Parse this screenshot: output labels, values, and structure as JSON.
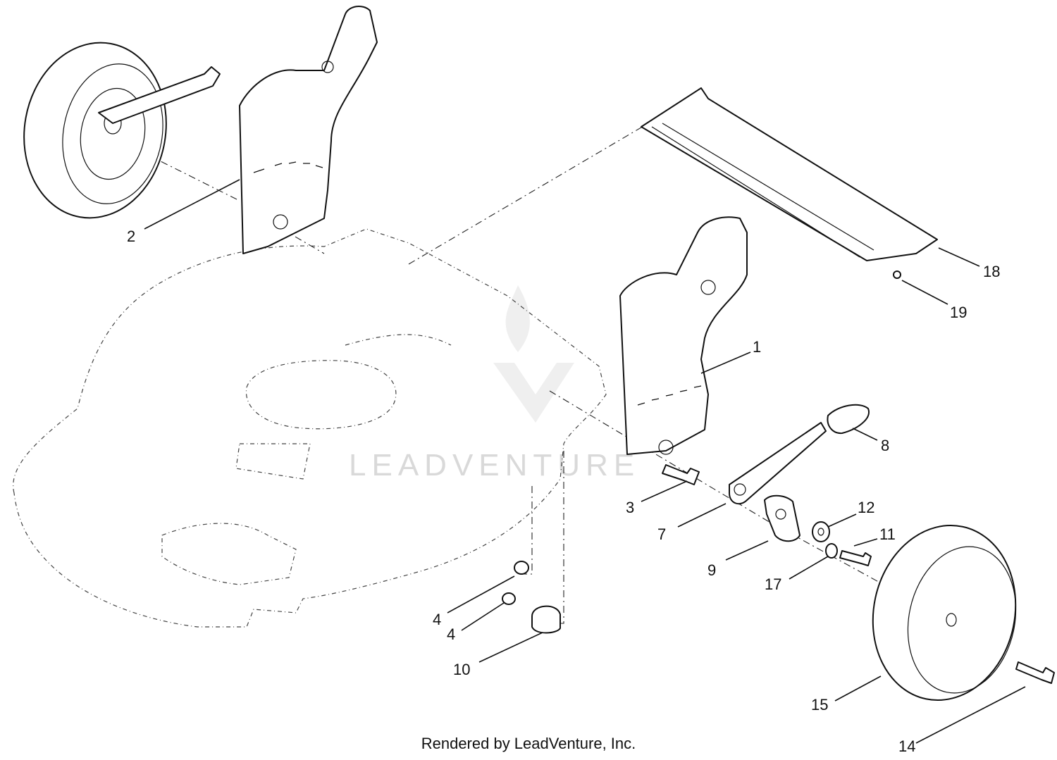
{
  "watermark": {
    "text": "LEADVENTURE"
  },
  "footer": {
    "credit": "Rendered by LeadVenture, Inc."
  },
  "callouts": [
    {
      "id": "2",
      "label": "2"
    },
    {
      "id": "18",
      "label": "18"
    },
    {
      "id": "19",
      "label": "19"
    },
    {
      "id": "1",
      "label": "1"
    },
    {
      "id": "8",
      "label": "8"
    },
    {
      "id": "3",
      "label": "3"
    },
    {
      "id": "12",
      "label": "12"
    },
    {
      "id": "7",
      "label": "7"
    },
    {
      "id": "11",
      "label": "11"
    },
    {
      "id": "9",
      "label": "9"
    },
    {
      "id": "17",
      "label": "17"
    },
    {
      "id": "4a",
      "label": "4"
    },
    {
      "id": "4b",
      "label": "4"
    },
    {
      "id": "10",
      "label": "10"
    },
    {
      "id": "15",
      "label": "15"
    },
    {
      "id": "14",
      "label": "14"
    }
  ]
}
